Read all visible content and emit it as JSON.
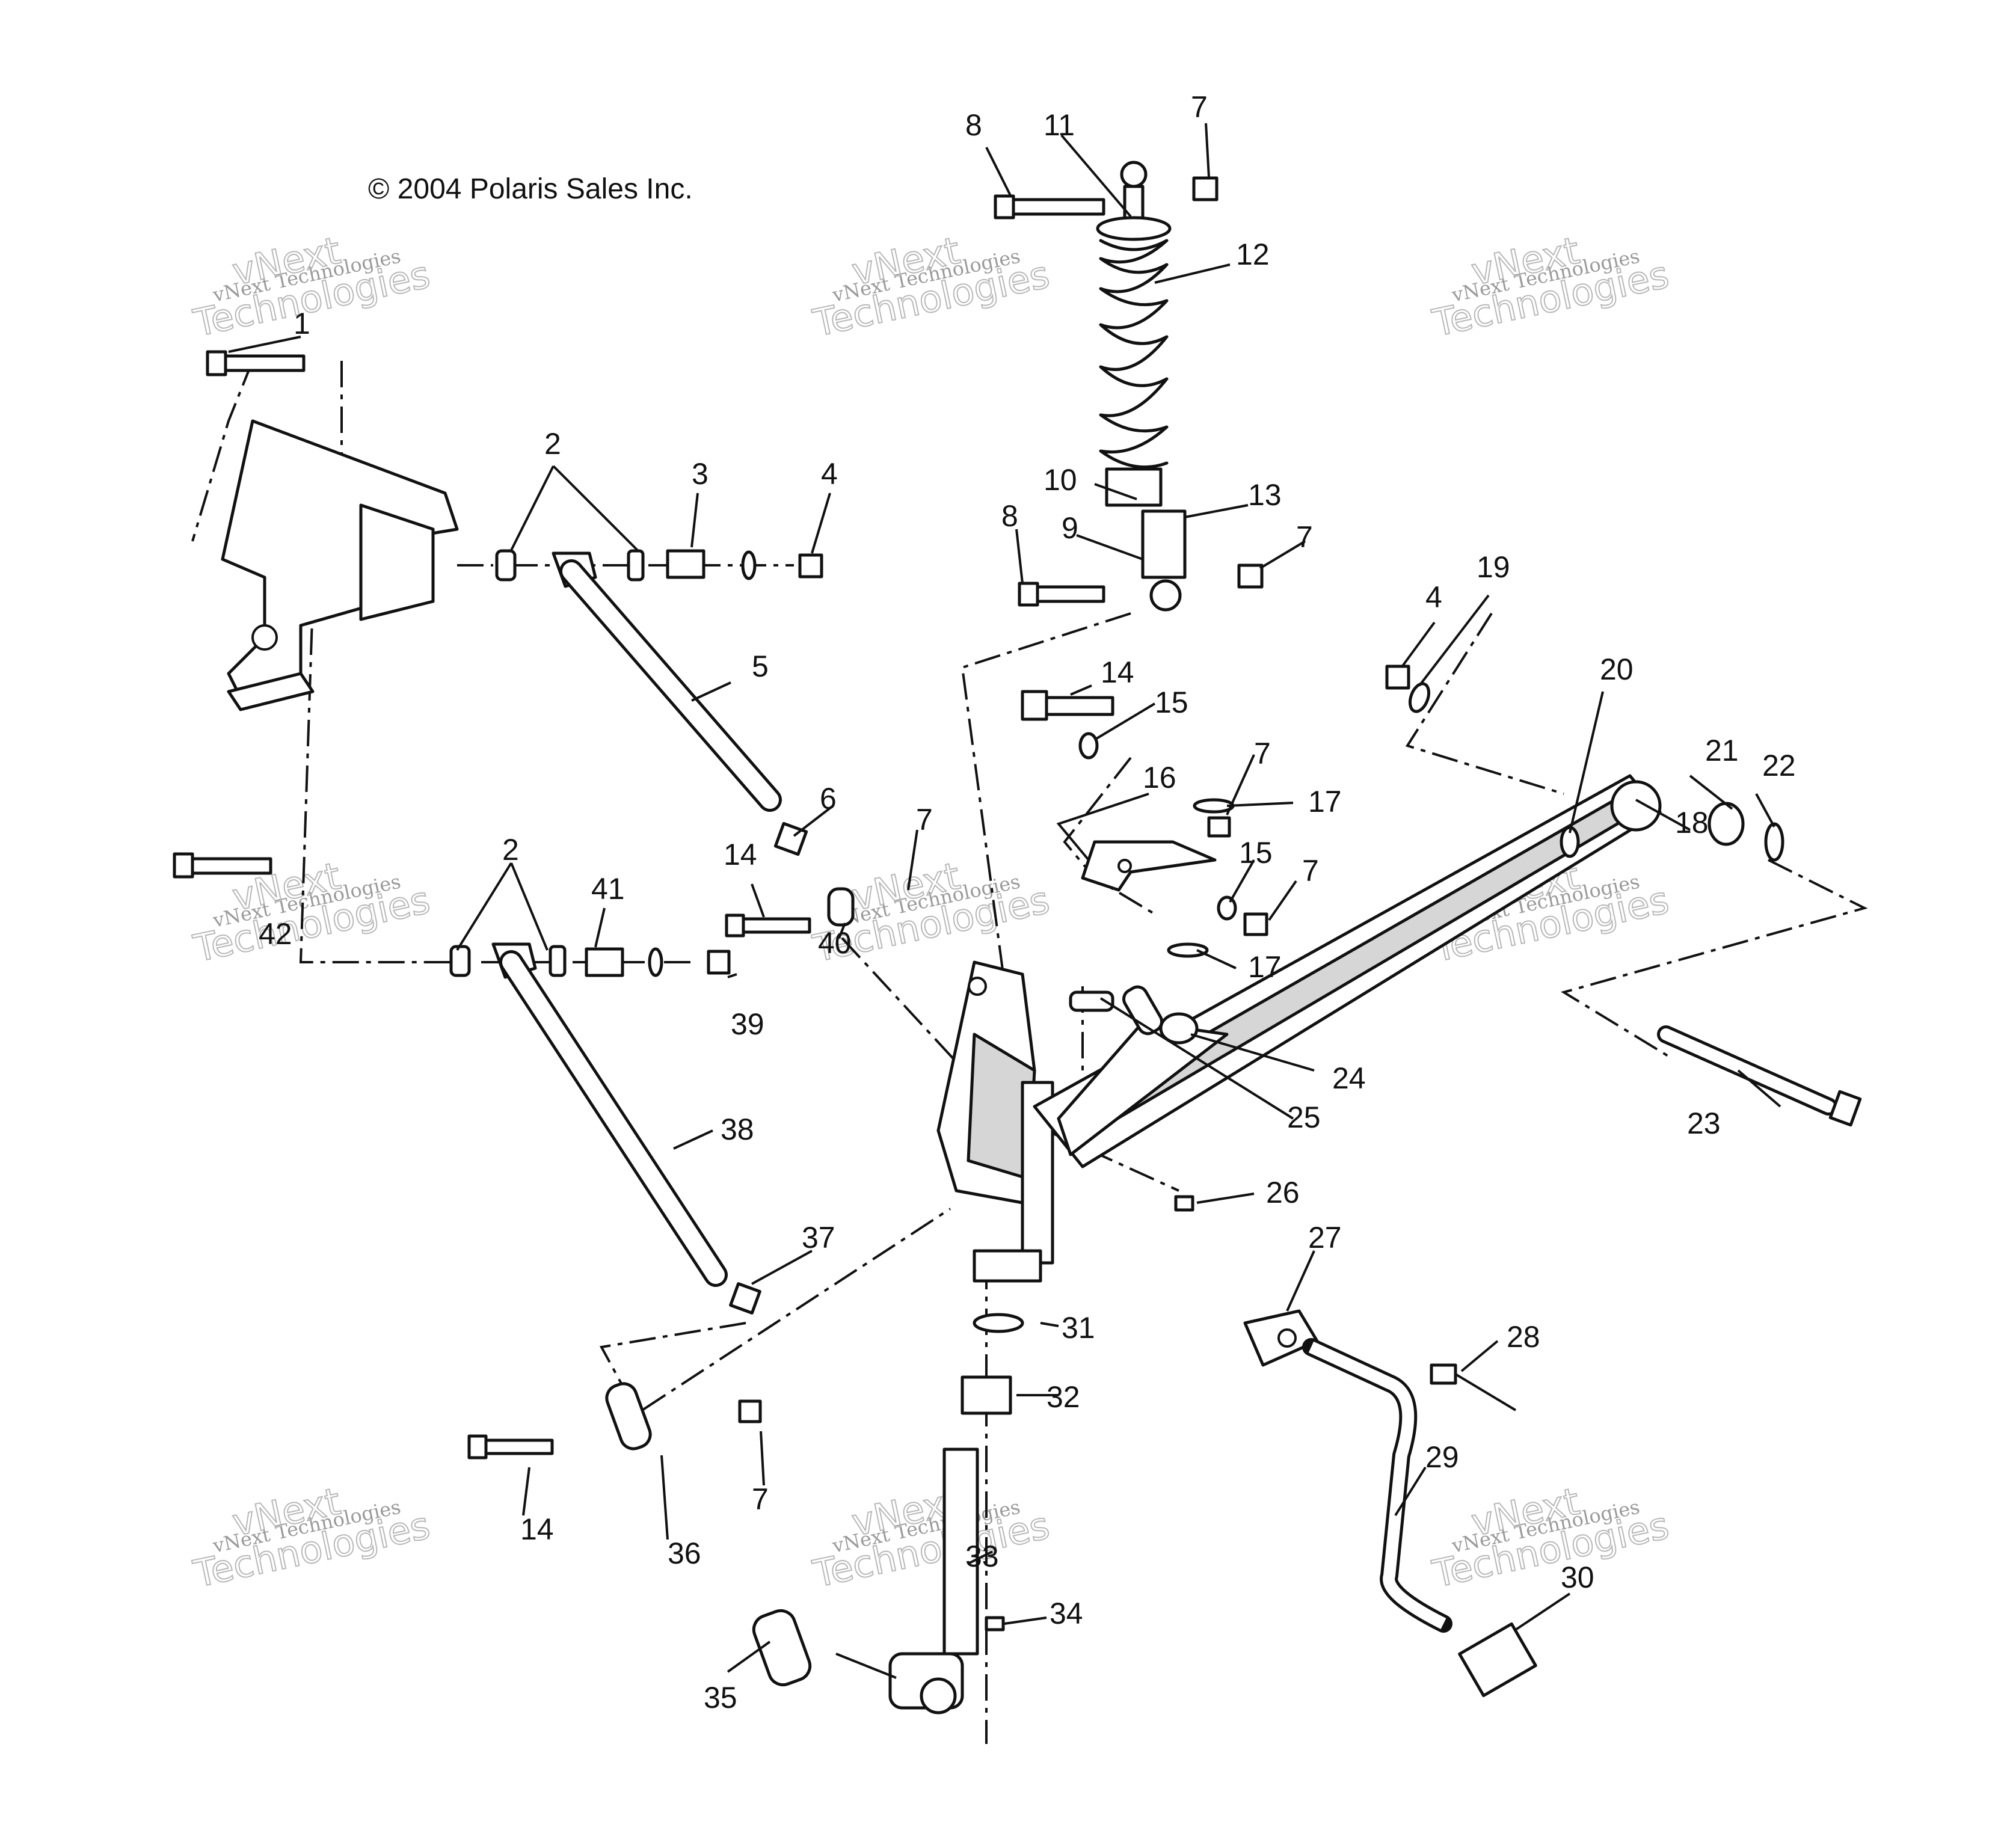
{
  "copyright": "© 2004 Polaris Sales Inc.",
  "watermark": {
    "brand": "vNext",
    "line1": "vNext Technologies",
    "line2": "Technologies"
  },
  "callouts": {
    "c1": "1",
    "c2a": "2",
    "c2b": "2",
    "c3": "3",
    "c4a": "4",
    "c4b": "4",
    "c5": "5",
    "c6": "6",
    "c7a": "7",
    "c7b": "7",
    "c7c": "7",
    "c7d": "7",
    "c7e": "7",
    "c7f": "7",
    "c8a": "8",
    "c8b": "8",
    "c9": "9",
    "c10": "10",
    "c11": "11",
    "c12": "12",
    "c13": "13",
    "c14a": "14",
    "c14b": "14",
    "c14c": "14",
    "c15a": "15",
    "c15b": "15",
    "c16": "16",
    "c17a": "17",
    "c17b": "17",
    "c18": "18",
    "c19": "19",
    "c20": "20",
    "c21": "21",
    "c22": "22",
    "c23": "23",
    "c24": "24",
    "c25": "25",
    "c26": "26",
    "c27": "27",
    "c28": "28",
    "c29": "29",
    "c30": "30",
    "c31": "31",
    "c32": "32",
    "c33": "33",
    "c34": "34",
    "c35": "35",
    "c36": "36",
    "c37": "37",
    "c38": "38",
    "c39": "39",
    "c40": "40",
    "c41": "41",
    "c42": "42"
  }
}
